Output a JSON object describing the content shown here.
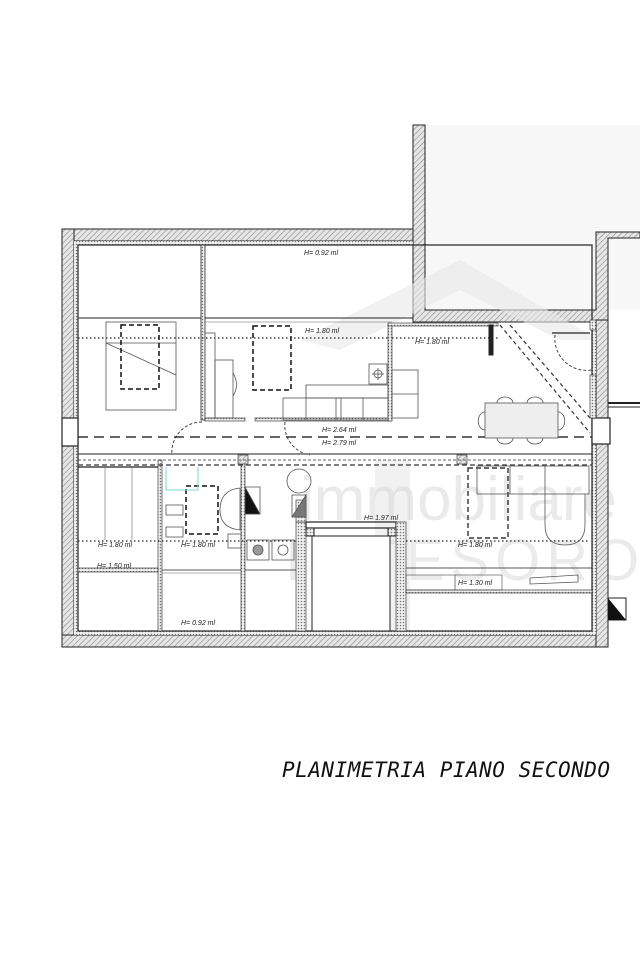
{
  "drawing": {
    "title": "PLANIMETRIA PIANO SECONDO",
    "type": "architectural floor plan",
    "watermark": {
      "line1": "immobiliare",
      "line2": "IL TESORO"
    },
    "height_labels": {
      "top_attic": "H= 0.92 ml",
      "upper_living": "H= 1.80 ml",
      "kitchen_nook": "H= 1.80 ml",
      "corridor_1": "H= 2.64 ml",
      "corridor_2": "H= 2.79 ml",
      "left_room": "H= 1.80 ml",
      "left_room_low": "H= 1.50 ml",
      "bathroom": "H= 1.80 ml",
      "bottom_attic": "H= 0.92 ml",
      "stair_void": "H= 1.97 ml",
      "right_bath": "H= 1.80 ml",
      "right_low": "H= 1.30 ml"
    },
    "colors": {
      "wall_hatch": "#9a9a9a",
      "wall_line": "#222222",
      "background": "#ffffff",
      "watermark": "#d9d9d9",
      "terrace_fill": "#f7f7f7",
      "accent_cyan": "#7fd3d6"
    }
  }
}
